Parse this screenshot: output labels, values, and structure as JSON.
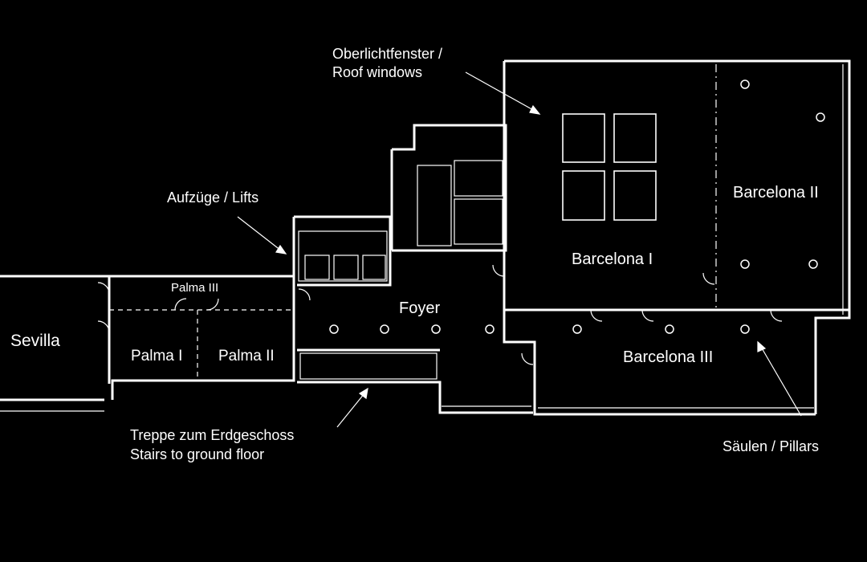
{
  "rooms": {
    "sevilla": "Sevilla",
    "palma_iii": "Palma III",
    "palma_i": "Palma I",
    "palma_ii": "Palma II",
    "foyer": "Foyer",
    "barcelona_i": "Barcelona I",
    "barcelona_ii": "Barcelona II",
    "barcelona_iii": "Barcelona III"
  },
  "annotations": {
    "roof_windows_de": "Oberlichtfenster /",
    "roof_windows_en": "Roof windows",
    "lifts": "Aufzüge / Lifts",
    "stairs_de": "Treppe zum Erdgeschoss",
    "stairs_en": "Stairs to ground floor",
    "pillars": "Säulen / Pillars"
  },
  "colors": {
    "background": "#000000",
    "lines": "#ffffff"
  }
}
